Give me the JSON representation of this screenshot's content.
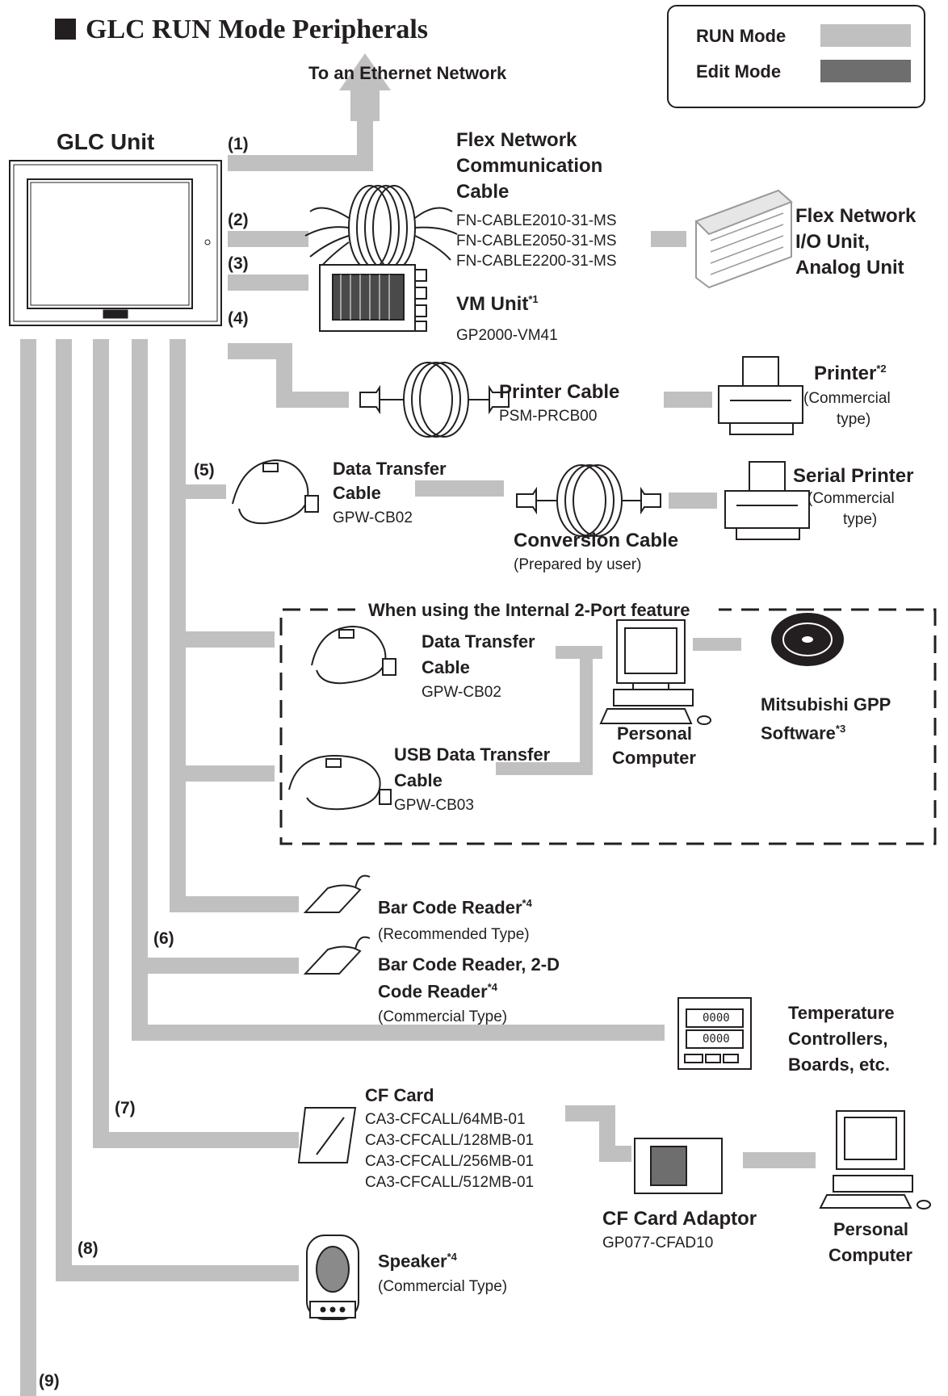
{
  "title": "GLC RUN Mode Peripherals",
  "legend": {
    "run_label": "RUN Mode",
    "edit_label": "Edit Mode",
    "run_color": "#c0c0c0",
    "edit_color": "#6e6e6e"
  },
  "colors": {
    "connector": "#c0c0c0",
    "ink": "#231f20"
  },
  "ethernet": "To an Ethernet Network",
  "glc_unit": "GLC Unit",
  "ports": [
    "(1)",
    "(2)",
    "(3)",
    "(4)",
    "(5)",
    "(6)",
    "(7)",
    "(8)",
    "(9)"
  ],
  "flex_cable": {
    "title_l1": "Flex Network",
    "title_l2": "Communication",
    "title_l3": "Cable",
    "models": [
      "FN-CABLE2010-31-MS",
      "FN-CABLE2050-31-MS",
      "FN-CABLE2200-31-MS"
    ]
  },
  "flex_io": {
    "l1": "Flex Network",
    "l2": "I/O Unit,",
    "l3": "Analog Unit"
  },
  "vm_unit": {
    "name": "VM Unit",
    "note": "*1",
    "model": "GP2000-VM41"
  },
  "printer_cable": {
    "name": "Printer Cable",
    "model": "PSM-PRCB00"
  },
  "printer": {
    "name": "Printer",
    "note": "*2",
    "type_l1": "(Commercial",
    "type_l2": "type)"
  },
  "data_transfer_1": {
    "l1": "Data Transfer",
    "l2": "Cable",
    "model": "GPW-CB02"
  },
  "conversion_cable": {
    "name": "Conversion Cable",
    "note": "(Prepared by user)"
  },
  "serial_printer": {
    "name": "Serial Printer",
    "type_l1": "(Commercial",
    "type_l2": "type)"
  },
  "two_port": {
    "heading": "When using the Internal 2-Port feature",
    "dt_l1": "Data Transfer",
    "dt_l2": "Cable",
    "dt_model": "GPW-CB02",
    "usb_l1": "USB Data Transfer",
    "usb_l2": "Cable",
    "usb_model": "GPW-CB03",
    "pc_l1": "Personal",
    "pc_l2": "Computer",
    "sw_l1": "Mitsubishi GPP",
    "sw_l2": "Software",
    "sw_note": "*3"
  },
  "barcode_1": {
    "name": "Bar Code Reader",
    "note": "*4",
    "type": "(Recommended Type)"
  },
  "barcode_2": {
    "l1": "Bar Code Reader, 2-D",
    "l2": "Code Reader",
    "note": "*4",
    "type": "(Commercial Type)"
  },
  "temp_ctrl": {
    "l1": "Temperature",
    "l2": "Controllers,",
    "l3": "Boards, etc.",
    "display": "0000"
  },
  "cf_card": {
    "name": "CF Card",
    "models": [
      "CA3-CFCALL/64MB-01",
      "CA3-CFCALL/128MB-01",
      "CA3-CFCALL/256MB-01",
      "CA3-CFCALL/512MB-01"
    ]
  },
  "cf_adaptor": {
    "name": "CF Card Adaptor",
    "model": "GP077-CFAD10"
  },
  "pc2": {
    "l1": "Personal",
    "l2": "Computer"
  },
  "speaker": {
    "name": "Speaker",
    "note": "*4",
    "type": "(Commercial Type)"
  }
}
